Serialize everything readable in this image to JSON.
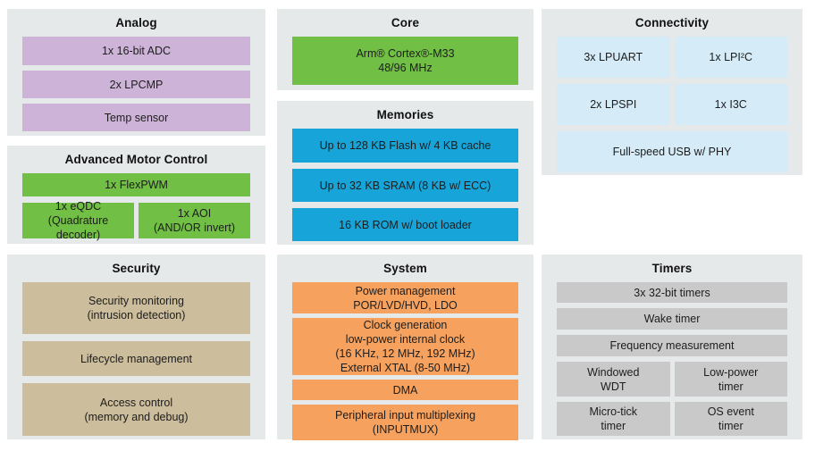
{
  "colors": {
    "panel_background": "#e5e9ea",
    "analog_purple": "#cdb3d8",
    "core_green": "#71bf44",
    "memories_blue": "#17a5d9",
    "connectivity_lightblue": "#d5ecf8",
    "security_tan": "#ccbd9c",
    "system_orange": "#f6a25e",
    "timers_gray": "#c9c9c9",
    "page_background": "#ffffff"
  },
  "panels": {
    "analog": {
      "title": "Analog",
      "cells": [
        "1x 16-bit ADC",
        "2x LPCMP",
        "Temp sensor"
      ]
    },
    "motor": {
      "title": "Advanced Motor Control",
      "full": "1x FlexPWM",
      "left": "1x eQDC\n(Quadrature decoder)",
      "right": "1x AOI\n(AND/OR invert)"
    },
    "security": {
      "title": "Security",
      "cells": [
        "Security monitoring\n(intrusion detection)",
        "Lifecycle management",
        "Access control\n(memory and debug)"
      ]
    },
    "core": {
      "title": "Core",
      "cell": "Arm® Cortex®-M33\n48/96 MHz"
    },
    "memories": {
      "title": "Memories",
      "cells": [
        "Up to 128 KB Flash w/ 4 KB cache",
        "Up to 32 KB SRAM (8 KB w/ ECC)",
        "16 KB ROM w/ boot loader"
      ]
    },
    "system": {
      "title": "System",
      "cells": [
        "Power management\nPOR/LVD/HVD, LDO",
        "Clock generation\nlow-power internal clock\n(16 KHz, 12 MHz, 192 MHz)\nExternal XTAL (8-50 MHz)",
        "DMA",
        "Peripheral input multiplexing\n(INPUTMUX)"
      ]
    },
    "connectivity": {
      "title": "Connectivity",
      "grid": [
        "3x LPUART",
        "1x LPI²C",
        "2x LPSPI",
        "1x I3C"
      ],
      "usb": "Full-speed USB w/ PHY"
    },
    "timers": {
      "title": "Timers",
      "rows": [
        "3x 32-bit timers",
        "Wake timer",
        "Frequency measurement"
      ],
      "grid": [
        "Windowed\nWDT",
        "Low-power\ntimer",
        "Micro-tick\ntimer",
        "OS event\ntimer"
      ]
    }
  }
}
